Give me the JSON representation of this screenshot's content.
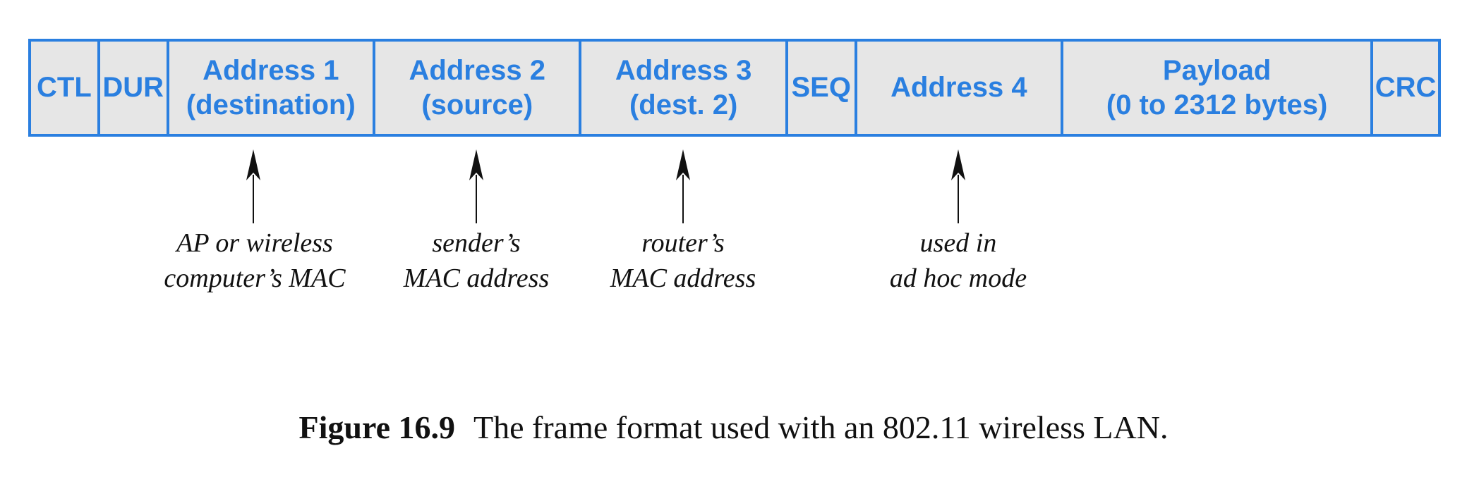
{
  "colors": {
    "accent": "#2a7fe0",
    "field_fill": "#e6e6e6",
    "text": "#111111"
  },
  "fields": [
    {
      "id": "ctl",
      "lines": [
        "CTL"
      ]
    },
    {
      "id": "dur",
      "lines": [
        "DUR"
      ]
    },
    {
      "id": "address1",
      "lines": [
        "Address 1",
        "(destination)"
      ]
    },
    {
      "id": "address2",
      "lines": [
        "Address 2",
        "(source)"
      ]
    },
    {
      "id": "address3",
      "lines": [
        "Address 3",
        "(dest. 2)"
      ]
    },
    {
      "id": "seq",
      "lines": [
        "SEQ"
      ]
    },
    {
      "id": "address4",
      "lines": [
        "Address 4"
      ]
    },
    {
      "id": "payload",
      "lines": [
        "Payload",
        "(0 to 2312 bytes)"
      ]
    },
    {
      "id": "crc",
      "lines": [
        "CRC"
      ]
    }
  ],
  "annotations": [
    {
      "field": "address1",
      "lines": [
        "AP or wireless",
        "computer’s MAC"
      ]
    },
    {
      "field": "address2",
      "lines": [
        "sender’s",
        "MAC address"
      ]
    },
    {
      "field": "address3",
      "lines": [
        "router’s",
        "MAC address"
      ]
    },
    {
      "field": "address4",
      "lines": [
        "used in",
        "ad hoc mode"
      ]
    }
  ],
  "caption": {
    "label": "Figure 16.9",
    "text": "The frame format used with an 802.11 wireless LAN."
  }
}
